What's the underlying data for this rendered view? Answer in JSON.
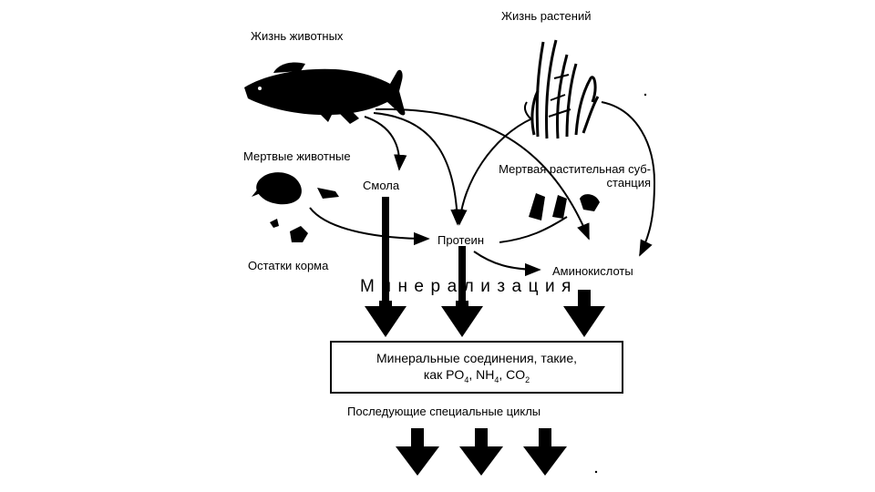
{
  "diagram": {
    "labels": {
      "animal_life": "Жизнь животных",
      "plant_life": "Жизнь растений",
      "dead_animals": "Мертвые животные",
      "resin": "Смола",
      "dead_plant_substance_line1": "Мертвая растительная суб-",
      "dead_plant_substance_line2": "станция",
      "protein": "Протеин",
      "feed_remains": "Остатки корма",
      "amino_acids": "Аминокислоты",
      "mineralization": "Минерализация",
      "mineral_compounds_line1": "Минеральные соединения, такие,",
      "mineral_compounds_prefix": "как PO",
      "po4_sub": "4",
      "nh4_prefix": ", NH",
      "nh4_sub": "4",
      "co2_prefix": ", CO",
      "co2_sub": "2",
      "further_cycles": "Последующие специальные циклы"
    },
    "pictures": {
      "fish": "fish-silhouette",
      "plant": "water-plant",
      "dead_animal_remains": "animal-remains-blot",
      "dead_plant_pieces": "plant-pieces",
      "feed_bits": "feed-remains-bits"
    },
    "colors": {
      "ink": "#000000",
      "background": "#ffffff"
    }
  }
}
